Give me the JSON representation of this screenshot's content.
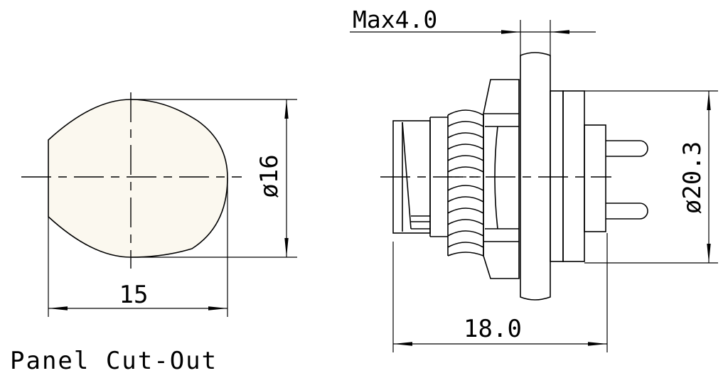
{
  "diagram": {
    "labels": {
      "max_thickness": "Max4.0",
      "cutout_width": "15",
      "cutout_height": "ø16",
      "overall_length": "18.0",
      "flange_diameter": "ø20.3",
      "caption": "Panel Cut-Out"
    },
    "colors": {
      "line": "#000000",
      "cutout_fill": "#fbf8ef",
      "background": "#ffffff"
    }
  }
}
